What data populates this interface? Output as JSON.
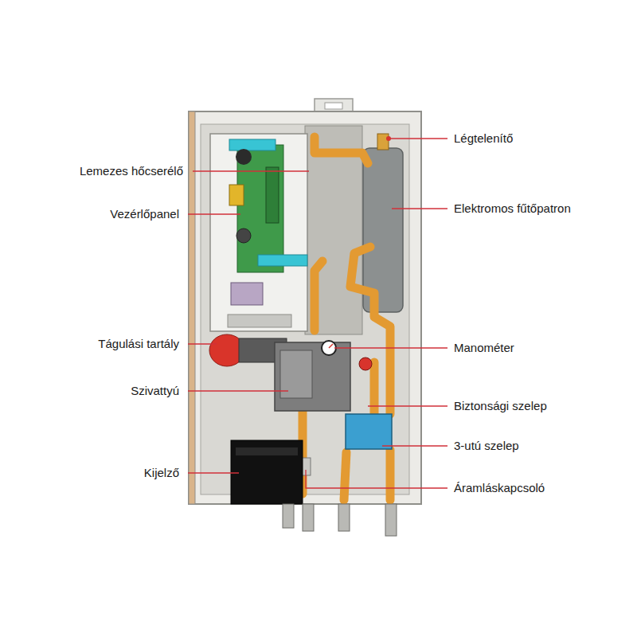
{
  "diagram": {
    "labels": [
      "Légtelenítő",
      "Lemezes hőcserélő",
      "Elektromos fűtőpatron",
      "Vezérlőpanel",
      "Tágulási tartály",
      "Manométer",
      "Szivattyú",
      "Biztonsági szelep",
      "3-utú szelep",
      "Kijelző",
      "Áramláskapcsoló"
    ]
  }
}
